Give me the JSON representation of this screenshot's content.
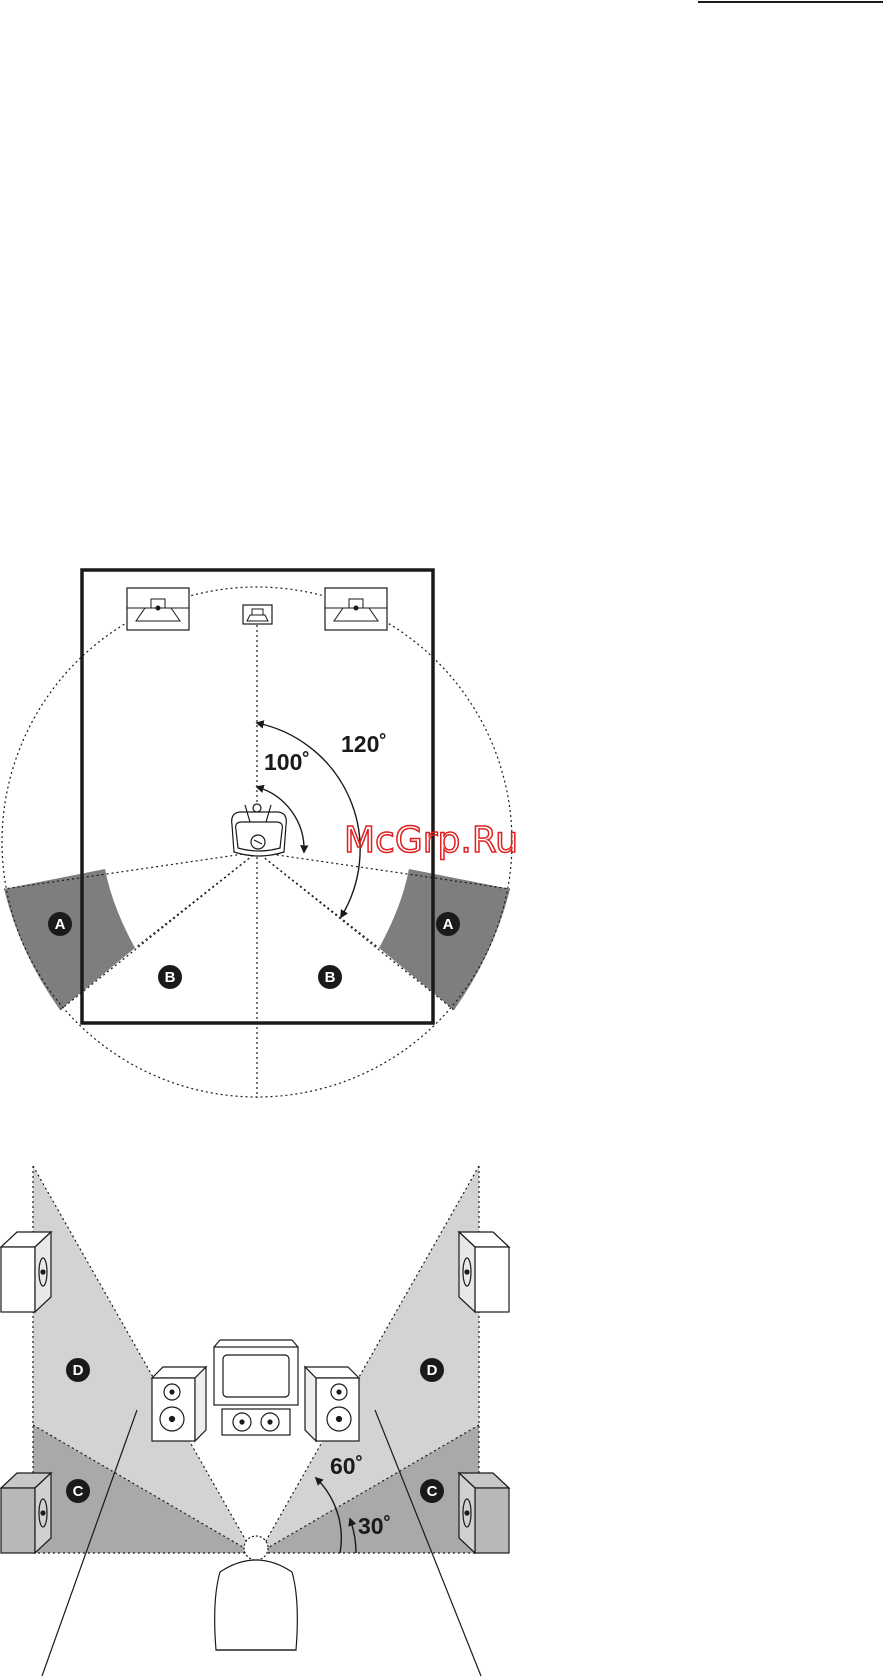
{
  "watermark": {
    "text": "McGrp.Ru",
    "color": "#e02020"
  },
  "top_diagram": {
    "angles": {
      "inner": "100˚",
      "outer": "120˚"
    },
    "zones": {
      "A": "A",
      "B": "B"
    }
  },
  "bottom_diagram": {
    "angles": {
      "upper": "60˚",
      "lower": "30˚"
    },
    "zones": {
      "C": "C",
      "D": "D"
    }
  },
  "colors": {
    "zone_dark": "#7e7e80",
    "zone_light": "#d3d3d5",
    "zone_mid": "#a9a9ab",
    "line": "#1a1a1a"
  }
}
